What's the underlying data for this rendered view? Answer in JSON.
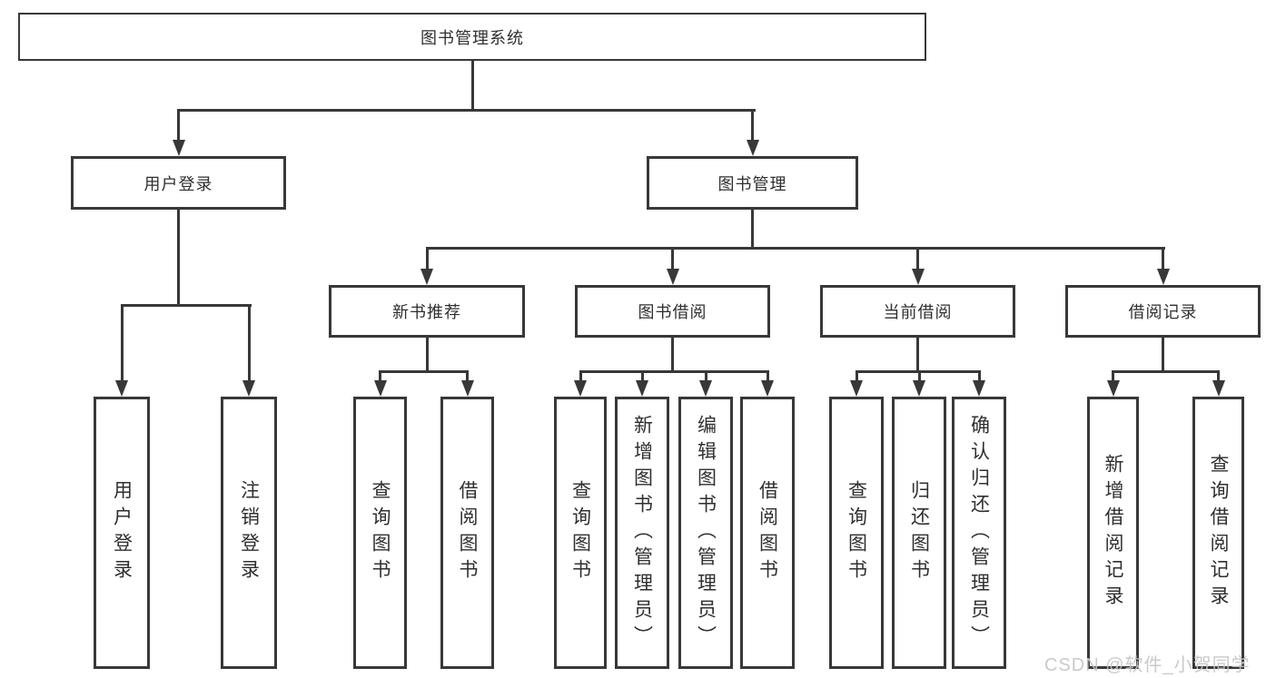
{
  "diagram": {
    "root": {
      "label": "图书管理系统"
    },
    "level2": [
      {
        "label": "用户登录"
      },
      {
        "label": "图书管理"
      }
    ],
    "level3": [
      {
        "label": "新书推荐"
      },
      {
        "label": "图书借阅"
      },
      {
        "label": "当前借阅"
      },
      {
        "label": "借阅记录"
      }
    ],
    "leaves": {
      "user_login": [
        "用户登录",
        "注销登录"
      ],
      "new_book": [
        "查询图书",
        "借阅图书"
      ],
      "book_borrow": [
        "查询图书",
        "新增图书（管理员）",
        "编辑图书（管理员）",
        "借阅图书"
      ],
      "current_borrow": [
        "查询图书",
        "归还图书",
        "确认归还（管理员）"
      ],
      "borrow_record": [
        "新增借阅记录",
        "查询借阅记录"
      ]
    }
  },
  "watermark": {
    "text": "CSDN @软件_小贺同学"
  },
  "colors": {
    "line": "#383838",
    "text": "#2f2f2f",
    "watermark": "#c5c5c5",
    "background": "#ffffff"
  }
}
